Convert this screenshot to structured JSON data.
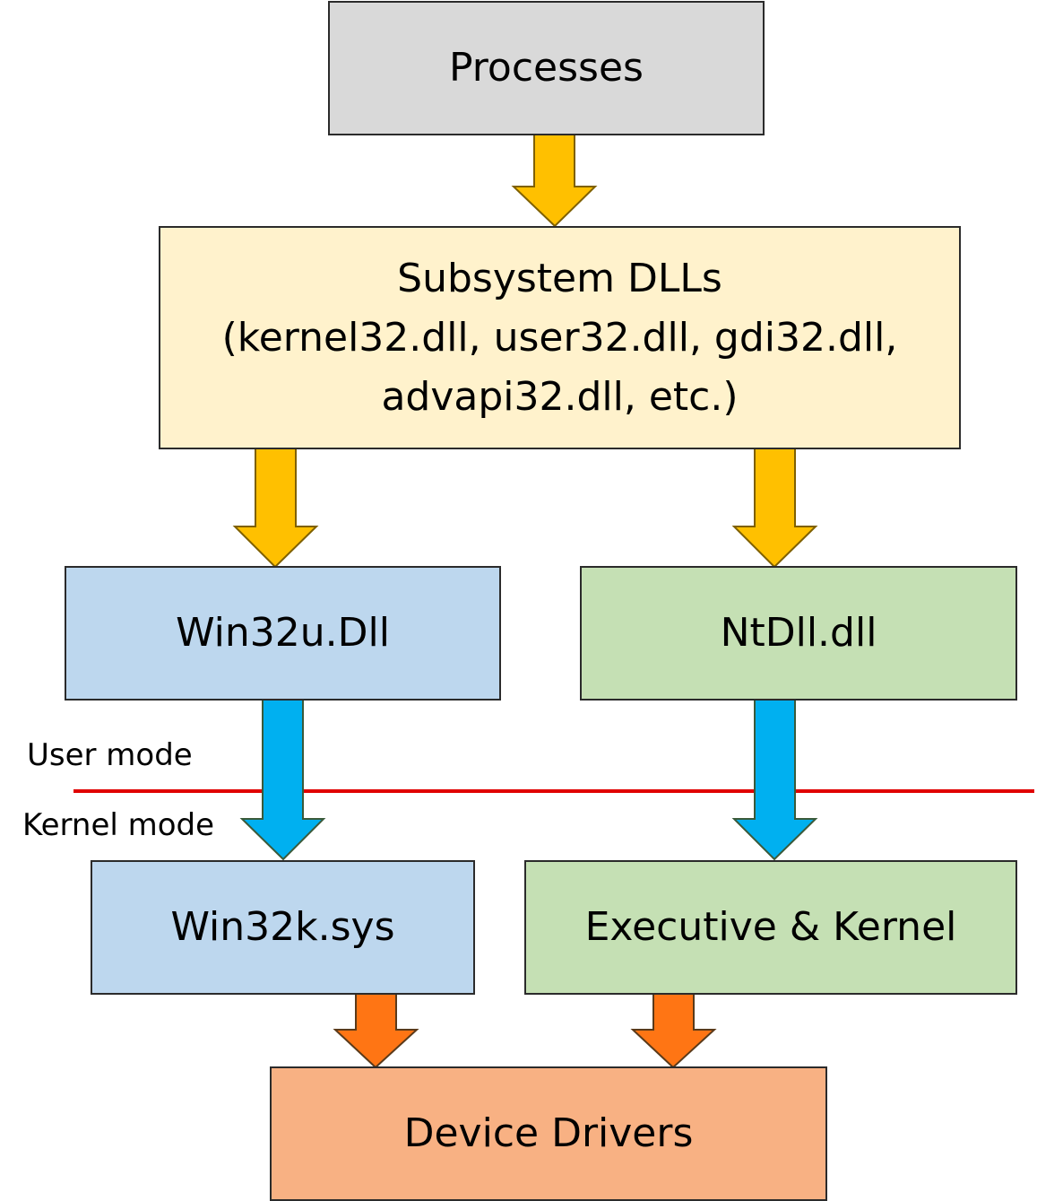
{
  "colors": {
    "gray": "#d9d9d9",
    "cream": "#fff2cc",
    "blue": "#bdd7ee",
    "green": "#c5e0b4",
    "salmon": "#f8b183",
    "arrow_gold": "#ffc000",
    "arrow_cyan": "#00b0f0",
    "arrow_orange": "#ff7514",
    "mode_line": "#e00000"
  },
  "boxes": {
    "processes": "Processes",
    "subsystem": {
      "line1": "Subsystem DLLs",
      "line2": "(kernel32.dll, user32.dll, gdi32.dll,",
      "line3": "advapi32.dll, etc.)"
    },
    "win32u": "Win32u.Dll",
    "ntdll": "NtDll.dll",
    "win32k": "Win32k.sys",
    "executive": "Executive & Kernel",
    "drivers": "Device Drivers"
  },
  "labels": {
    "user_mode": "User mode",
    "kernel_mode": "Kernel mode"
  }
}
